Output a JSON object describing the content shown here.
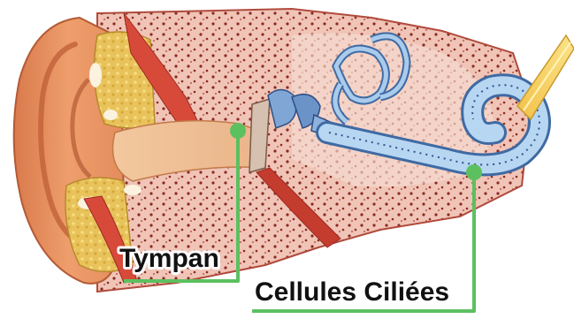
{
  "labels": [
    {
      "id": "tympan",
      "text": "Tympan"
    },
    {
      "id": "cellules",
      "text": "Cellules Ciliées"
    }
  ],
  "colors": {
    "background": "#ffffff",
    "callout_green": "#5cc060",
    "skin": "#e79a6e",
    "skin_dark": "#c8683f",
    "bone": "#c05a4a",
    "bone_dot": "#7a1f1a",
    "fat_yellow": "#eac95a",
    "canal": "#f2d7b7",
    "muscle_red": "#d84a3c",
    "inner_ear_blue": "#9fc4e6",
    "inner_ear_dark": "#3f6aa3",
    "nerve_yellow": "#f0c74a"
  },
  "icons": [
    "ear-illustration"
  ]
}
